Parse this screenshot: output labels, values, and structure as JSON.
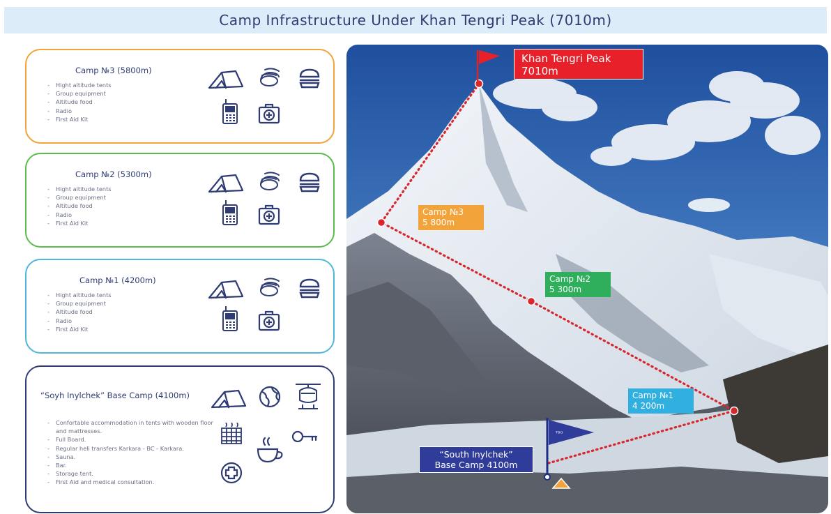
{
  "header": {
    "title": "Camp Infrastructure Under Khan Tengri Peak  (7010m)"
  },
  "cards": [
    {
      "title": "Camp №3 (5800m)",
      "border_color": "#f2a33a",
      "items": [
        "Hight altitude tents",
        "Group equipment",
        "Altitude food",
        "Radio",
        "First Aid Kit"
      ]
    },
    {
      "title": "Camp №2 (5300m)",
      "border_color": "#5bbb4d",
      "items": [
        "Hight altitude tents",
        "Group equipment",
        "Altitude food",
        "Radio",
        "First Aid Kit"
      ]
    },
    {
      "title": "Camp №1 (4200m)",
      "border_color": "#4fb7dc",
      "items": [
        "Hight altitude tents",
        "Group equipment",
        "Altitude food",
        "Radio",
        "First Aid Kit"
      ]
    },
    {
      "title": "“Soyh Inylchek” Base Camp (4100m)",
      "border_color": "#2f3c73",
      "items": [
        "Confortable accommodation in tents with wooden floor and mattresses.",
        "Full Board.",
        "Regular heli transfers Karkara - BC - Karkara.",
        "Sauna.",
        "Bar.",
        "Storage tent.",
        "First Aid and medical consultation."
      ]
    }
  ],
  "map": {
    "peak": {
      "line1": "Khan Tengri  Peak",
      "line2": "7010m",
      "color": "#e8202a"
    },
    "camp3": {
      "line1": "Camp №3",
      "line2": "5 800m",
      "color": "#f2a33a"
    },
    "camp2": {
      "line1": "Camp  №2",
      "line2": "5 300m",
      "color": "#2fae5b"
    },
    "camp1": {
      "line1": "Camp  №1",
      "line2": "4 200m",
      "color": "#2fb0e0"
    },
    "base": {
      "line1": "“South Inylchek”",
      "line2": "Base Camp 4100m",
      "color": "#2f3c9a"
    },
    "route_color": "#d8262c"
  },
  "icons": [
    "tent-icon",
    "sleeping-bag-icon",
    "food-icon",
    "radio-icon",
    "first-aid-kit-icon",
    "globe-icon",
    "helicopter-icon",
    "sauna-icon",
    "key-icon",
    "cup-icon",
    "medical-cross-icon"
  ]
}
